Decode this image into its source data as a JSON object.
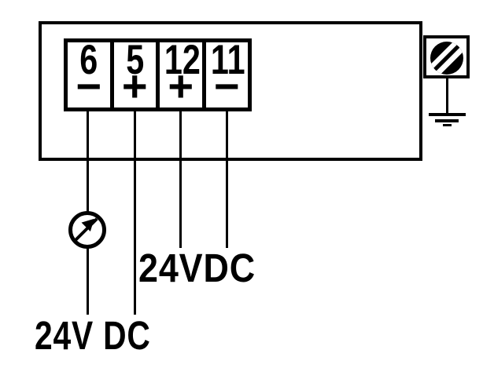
{
  "terminals": [
    {
      "number": "6",
      "sign": "−"
    },
    {
      "number": "5",
      "sign": "+"
    },
    {
      "number": "12",
      "sign": "+"
    },
    {
      "number": "11",
      "sign": "−"
    }
  ],
  "labels": {
    "supply_mid": "24VDC",
    "supply_bottom": "24V DC"
  },
  "icons": {
    "screw": "screw-head-icon",
    "ground": "earth-ground-icon",
    "gauge": "pressure-gauge-icon"
  },
  "colors": {
    "line": "#000000",
    "background": "#ffffff"
  }
}
